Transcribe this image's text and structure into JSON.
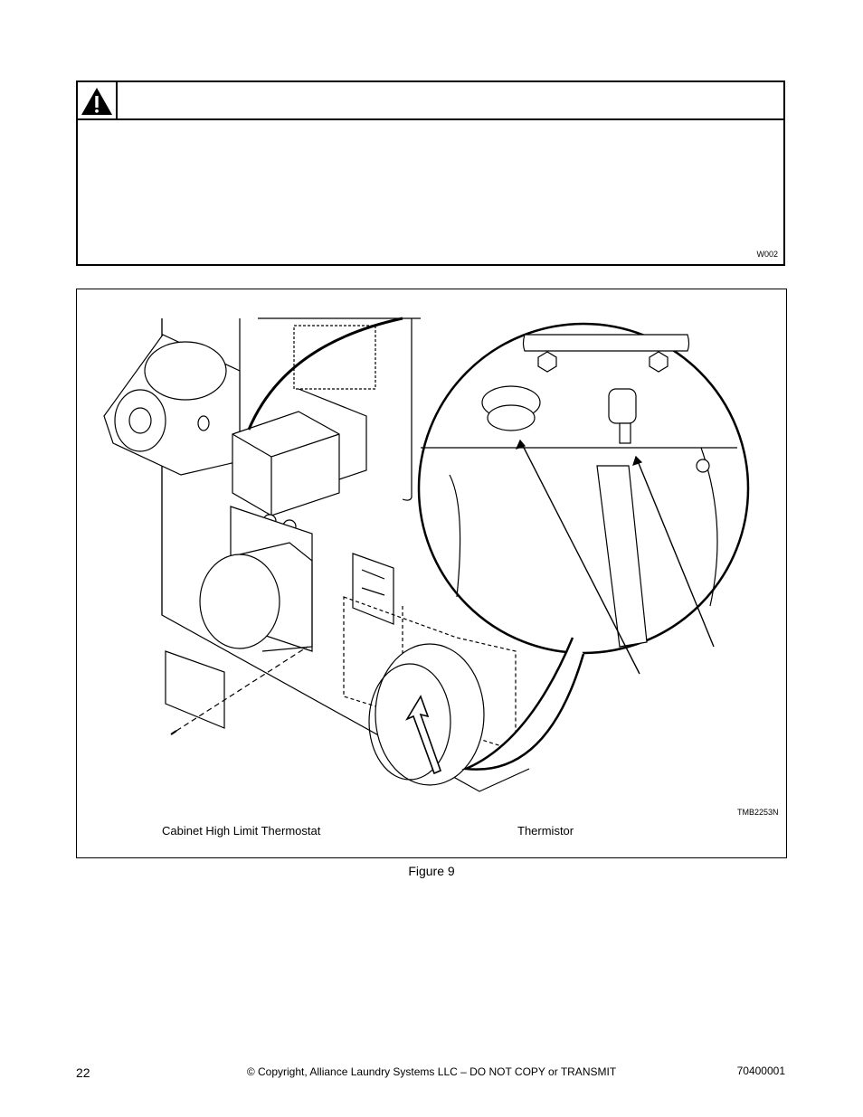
{
  "warning": {
    "icon": "warning-triangle-icon",
    "code": "W002"
  },
  "figure": {
    "image_code": "TMB2253N",
    "labels": {
      "cabinet_high_limit": "Cabinet High Limit Thermostat",
      "thermistor": "Thermistor"
    },
    "caption": "Figure 9"
  },
  "footer": {
    "page_number": "22",
    "copyright": "© Copyright, Alliance Laundry Systems LLC – DO NOT COPY or TRANSMIT",
    "doc_number": "70400001"
  }
}
